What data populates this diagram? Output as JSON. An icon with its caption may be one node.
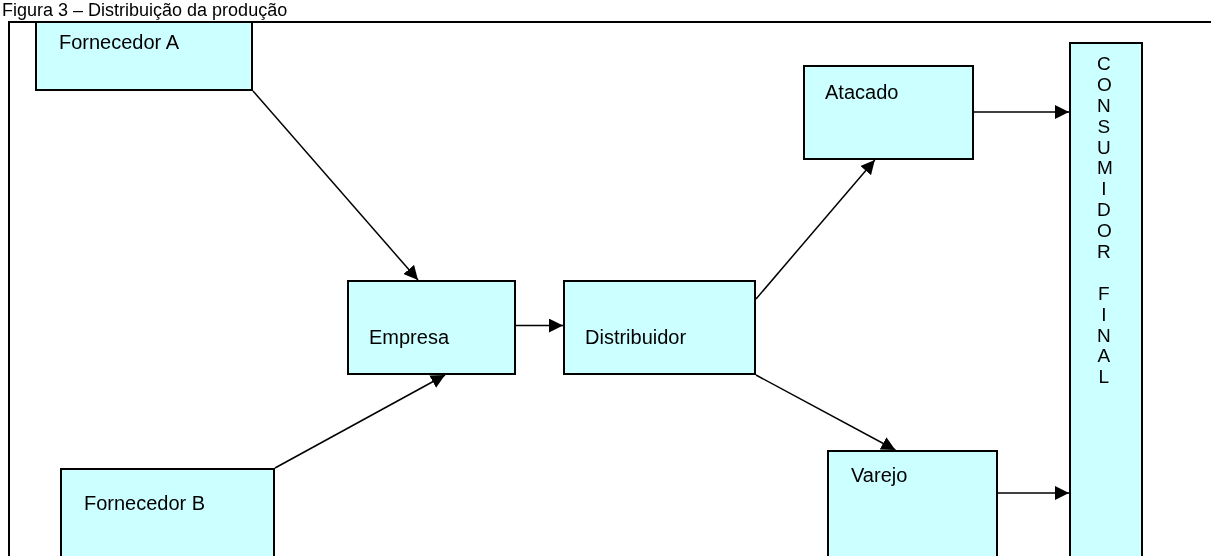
{
  "diagram": {
    "title": "Figura 3 – Distribuição da produção",
    "nodes": [
      {
        "text": [
          "Fornecedor A"
        ]
      },
      {
        "text": [
          "Atacado"
        ]
      },
      {
        "text": [
          "CONSUMIDOR FINAL"
        ]
      },
      {
        "text": [
          "Empresa"
        ]
      },
      {
        "text": [
          "Distribuidor"
        ]
      },
      {
        "text": [
          "Varejo"
        ]
      },
      {
        "text": [
          "Fornecedor B"
        ]
      }
    ],
    "edges": [
      {
        "from": 0,
        "to": 3,
        "arrow": "to"
      },
      {
        "from": 6,
        "to": 3,
        "arrow": "to"
      },
      {
        "from": 3,
        "to": 4,
        "arrow": "to"
      },
      {
        "from": 4,
        "to": 1,
        "arrow": "to"
      },
      {
        "from": 4,
        "to": 5,
        "arrow": "to"
      },
      {
        "from": 1,
        "to": 2,
        "arrow": "to"
      },
      {
        "from": 5,
        "to": 2,
        "arrow": "to"
      }
    ]
  }
}
